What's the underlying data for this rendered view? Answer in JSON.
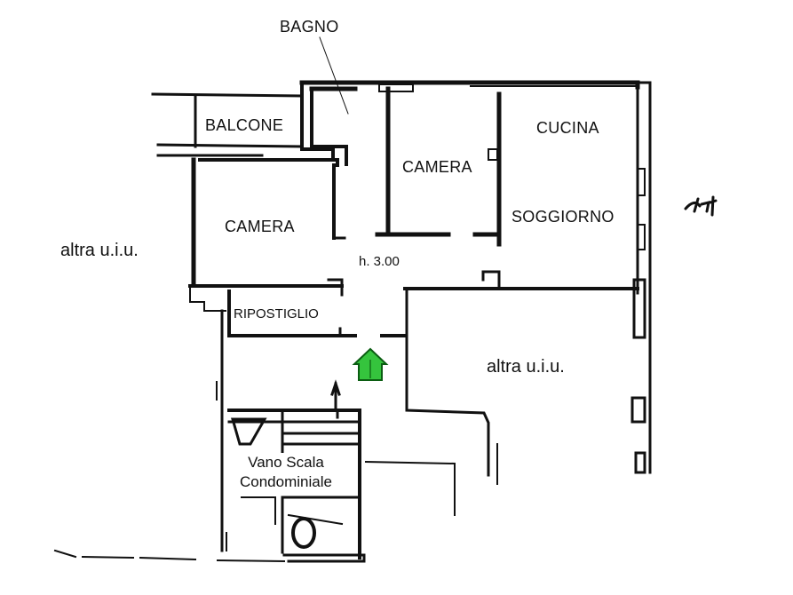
{
  "plan": {
    "type": "floor-plan",
    "ceiling_height": "h. 3.00",
    "rooms": [
      {
        "id": "bagno",
        "label": "BAGNO"
      },
      {
        "id": "balcone",
        "label": "BALCONE"
      },
      {
        "id": "camera-1",
        "label": "CAMERA"
      },
      {
        "id": "camera-2",
        "label": "CAMERA"
      },
      {
        "id": "cucina",
        "label": "CUCINA"
      },
      {
        "id": "soggiorno",
        "label": "SOGGIORNO"
      },
      {
        "id": "ripostiglio",
        "label": "RIPOSTIGLIO"
      },
      {
        "id": "vano-scala",
        "label_line1": "Vano Scala",
        "label_line2": "Condominiale"
      }
    ],
    "neighbors": {
      "left": "altra u.i.u.",
      "right": "altra u.i.u."
    },
    "entrance_marker": {
      "icon": "entrance-arrow-icon",
      "color": "#2ebd3a",
      "stroke": "#0b5d12"
    },
    "signature": {
      "icon": "signature-scribble"
    },
    "colors": {
      "wall": "#111111",
      "background": "#ffffff"
    }
  }
}
